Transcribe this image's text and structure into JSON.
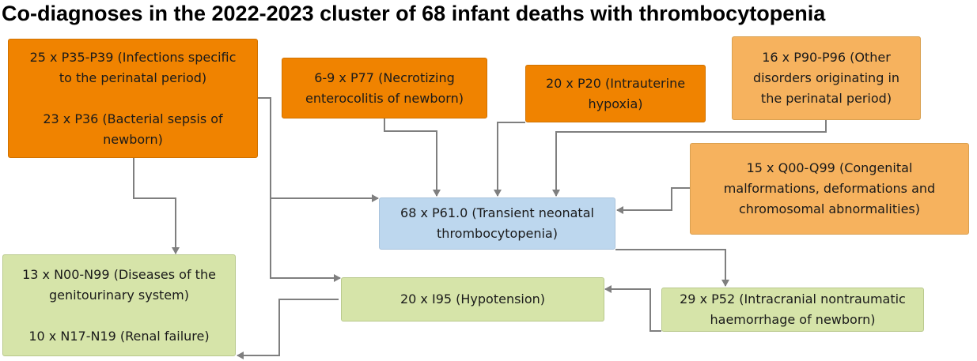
{
  "title": "Co-diagnoses in the 2022-2023 cluster of 68 infant deaths with thrombocytopenia",
  "nodes": {
    "p35": {
      "line1": "25 x P35-P39 (Infections specific",
      "line2": "to the perinatal period)",
      "line3": "23 x P36 (Bacterial sepsis of",
      "line4": "newborn)"
    },
    "p77": {
      "line1": "6-9 x P77 (Necrotizing",
      "line2": "enterocolitis of newborn)"
    },
    "p20": {
      "line1": "20 x P20 (Intrauterine",
      "line2": "hypoxia)"
    },
    "p90": {
      "line1": "16 x P90-P96 (Other",
      "line2": "disorders originating in",
      "line3": "the perinatal period)"
    },
    "q00": {
      "line1": "15 x Q00-Q99 (Congenital",
      "line2": "malformations, deformations and",
      "line3": "chromosomal abnormalities)"
    },
    "p61": {
      "line1": "68 x P61.0 (Transient neonatal",
      "line2": "thrombocytopenia)"
    },
    "n00": {
      "line1": "13 x N00-N99 (Diseases of the",
      "line2": "genitourinary system)",
      "line3": "10 x N17-N19 (Renal failure)"
    },
    "i95": {
      "line1": "20 x I95 (Hypotension)"
    },
    "p52": {
      "line1": "29 x P52 (Intracranial nontraumatic",
      "line2": "haemorrhage of newborn)"
    }
  },
  "colors": {
    "dark_orange": "#f08300",
    "light_orange": "#f6b25e",
    "blue": "#bdd7ee",
    "green": "#d6e4a9",
    "connector": "#7f7f7f"
  }
}
